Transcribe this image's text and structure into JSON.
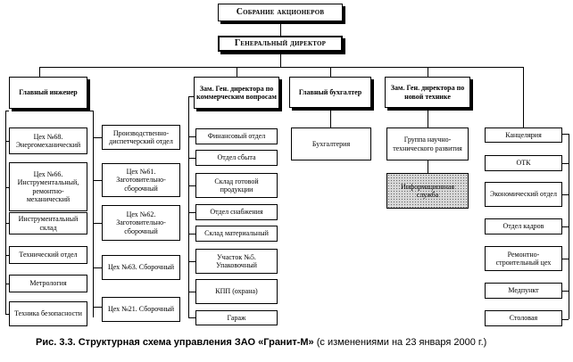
{
  "top": {
    "shareholders": "Собрание акционеров",
    "ceo": "Генеральный директор"
  },
  "heads": {
    "chief_engineer": "Главный инженер",
    "deputy_commercial": "Зам. Ген. директора по коммерческим вопросам",
    "chief_accountant": "Главный бухгалтер",
    "deputy_new_tech": "Зам. Ген. директора по новой технике"
  },
  "engineer_units": [
    "Цех №68. Энергомеханический",
    "Цех №66. Инструментальный, ремонтно-механический",
    "Инструментальный склад",
    "Технический отдел",
    "Метрология",
    "Техника безопасности"
  ],
  "production_units": [
    "Производственно-диспетчерский отдел",
    "Цех №61. Заготовительно-сборочный",
    "Цех №62. Заготовительно-сборочный",
    "Цех №63. Сборочный",
    "Цех №21. Сборочный"
  ],
  "commercial_units": [
    "Финансовый отдел",
    "Отдел сбыта",
    "Склад готовой продукции",
    "Отдел снабжения",
    "Склад материальный",
    "Участок №5. Упаковочный",
    "КПП (охрана)",
    "Гараж"
  ],
  "accounting_units": [
    "Бухгалтерия"
  ],
  "new_tech_units": [
    "Группа научно-технического развития",
    "Информационная служба"
  ],
  "ceo_units": [
    "Канцелярия",
    "ОТК",
    "Экономический отдел",
    "Отдел кадров",
    "Ремонтно-строительный цех",
    "Медпункт",
    "Столовая"
  ],
  "caption": {
    "bold": "Рис. 3.3. Структурная схема управления ЗАО «Гранит-М»",
    "normal": " (с изменениями на 23 января 2000 г.)"
  }
}
